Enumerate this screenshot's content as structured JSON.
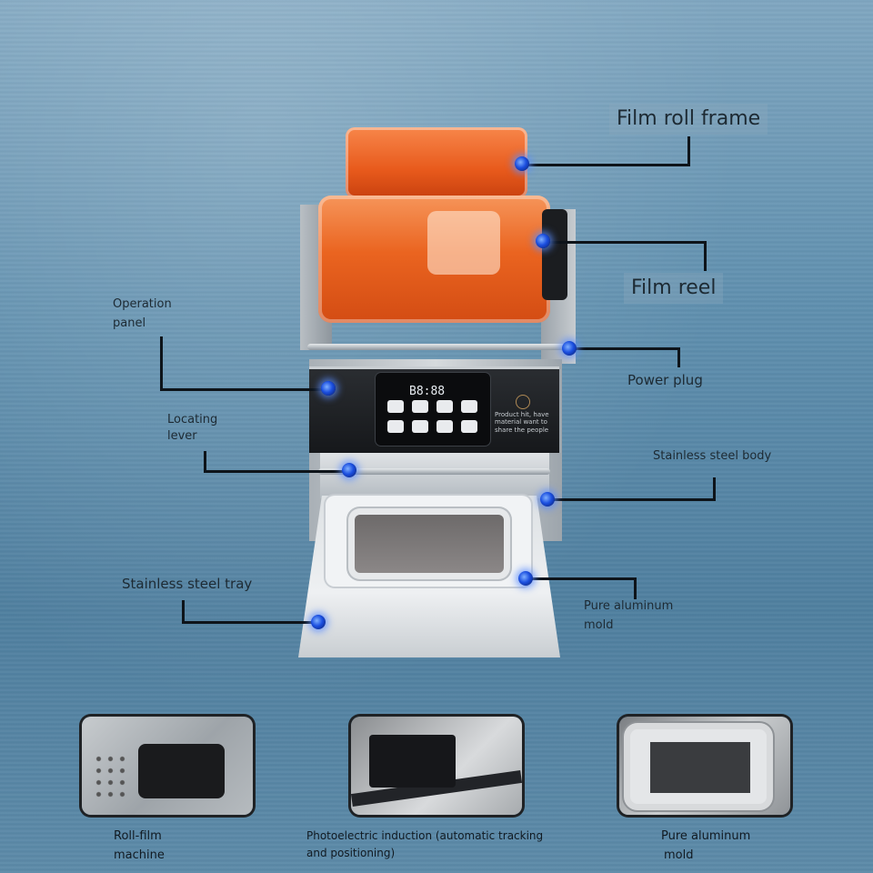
{
  "callouts": {
    "film_roll_frame": "Film roll frame",
    "film_reel": "Film reel",
    "operation_panel_line1": "Operation",
    "operation_panel_line2": "panel",
    "power_plug": "Power plug",
    "locating_lever_line1": "Locating",
    "locating_lever_line2": "lever",
    "stainless_steel_body": "Stainless steel body",
    "stainless_steel_tray": "Stainless steel tray",
    "pure_aluminum_mold_line1": "Pure aluminum",
    "pure_aluminum_mold_line2": "mold"
  },
  "control_panel": {
    "display": "B8:88",
    "panel_text": "Product hit, have material want to share the people"
  },
  "thumbnails": [
    {
      "caption_line1": "Roll-film",
      "caption_line2": "machine"
    },
    {
      "caption_line1": "Photoelectric induction (automatic tracking",
      "caption_line2": "and positioning)"
    },
    {
      "caption_line1": "Pure aluminum",
      "caption_line2": "mold"
    }
  ],
  "colors": {
    "background": "#5f8fae",
    "film_orange": "#ea6420",
    "marker_blue": "#1b4fe0",
    "leader_line": "#0e141a"
  }
}
